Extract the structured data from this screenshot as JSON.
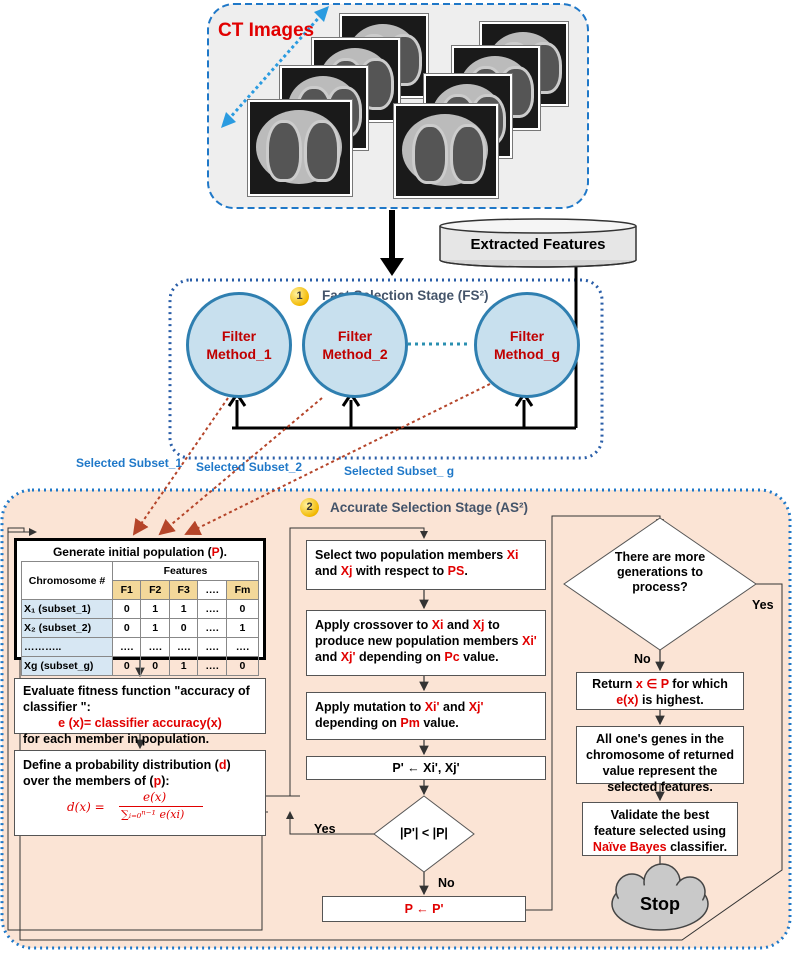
{
  "ct_images": {
    "title": "CT Images"
  },
  "extracted_features": {
    "label": "Extracted Features"
  },
  "fs_stage": {
    "number": "1",
    "title": "Fast Selection Stage (FS²)",
    "filters": [
      "Filter Method_1",
      "Filter Method_2",
      "Filter Method_g"
    ]
  },
  "subsets": [
    "Selected Subset_1",
    "Selected Subset_2",
    "Selected Subset_ g"
  ],
  "as_stage": {
    "number": "2",
    "title": "Accurate Selection Stage (AS²)"
  },
  "population": {
    "title_prefix": "Generate initial population (",
    "title_var": "P",
    "title_suffix": ").",
    "header_chromosome": "Chromosome #",
    "header_features": "Features",
    "feature_cols": [
      "F1",
      "F2",
      "F3",
      "….",
      "Fm"
    ],
    "rows": [
      {
        "label": "X₁ (subset_1)",
        "values": [
          "0",
          "1",
          "1",
          "….",
          "0"
        ]
      },
      {
        "label": "X₂ (subset_2)",
        "values": [
          "0",
          "1",
          "0",
          "….",
          "1"
        ]
      },
      {
        "label": "………..",
        "values": [
          "….",
          "….",
          "….",
          "….",
          "…."
        ]
      },
      {
        "label": "Xg (subset_g)",
        "values": [
          "0",
          "0",
          "1",
          "….",
          "0"
        ]
      }
    ]
  },
  "fitness": {
    "line1": "Evaluate fitness function \"accuracy of classifier \":",
    "formula": "e (x)= classifier accuracy(x)",
    "line3": "for each member in population."
  },
  "probability": {
    "line1_a": "Define a probability distribution (",
    "line1_var": "d",
    "line1_b": ")",
    "line2_a": "over the members of (",
    "line2_var": "p",
    "line2_b": "):",
    "formula_lhs": "d(x) =",
    "formula_num": "e(x)",
    "formula_den": "∑ᵢ₌₀ⁿ⁻¹ e(xi)"
  },
  "select_members": {
    "a": "Select two population members ",
    "xi": "Xi",
    "b": " and ",
    "xj": "Xj",
    "c": " with respect to ",
    "ps": "PS",
    "d": "."
  },
  "crossover": {
    "a": "Apply crossover to ",
    "xi": "Xi",
    "b": " and ",
    "xj": "Xj",
    "c": " to produce new population members ",
    "xi2": "Xi'",
    "d": " and ",
    "xj2": "Xj'",
    "e": " depending on ",
    "pc": "Pc",
    "f": " value."
  },
  "mutation": {
    "a": "Apply mutation to ",
    "xi2": "Xi'",
    "b": " and ",
    "xj2": "Xj'",
    "c": " depending on ",
    "pm": "Pm",
    "d": " value."
  },
  "assign_pprime": {
    "text": "P' ← Xi', Xj'"
  },
  "compare": {
    "text": "|P'| < |P|"
  },
  "update_p": {
    "text": "P ← P'"
  },
  "labels": {
    "yes_left": "Yes",
    "no_bottom": "No",
    "yes_right": "Yes",
    "no_right": "No"
  },
  "generations": {
    "text": "There are more generations to process?"
  },
  "return_x": {
    "a": "Return ",
    "b": "x ∈ P",
    "c": " for which ",
    "d": "e(x)",
    "e": " is highest."
  },
  "genes": {
    "text": "All one's genes in the chromosome of returned value represent the selected features."
  },
  "validate": {
    "a": "Validate the best feature selected using ",
    "b": "Naïve Bayes",
    "c": " classifier."
  },
  "stop": {
    "label": "Stop"
  },
  "colors": {
    "red": "#e10000",
    "blue_link": "#1f78c8",
    "peach": "#fbe4d5",
    "circle_fill": "#c8e0ee"
  }
}
